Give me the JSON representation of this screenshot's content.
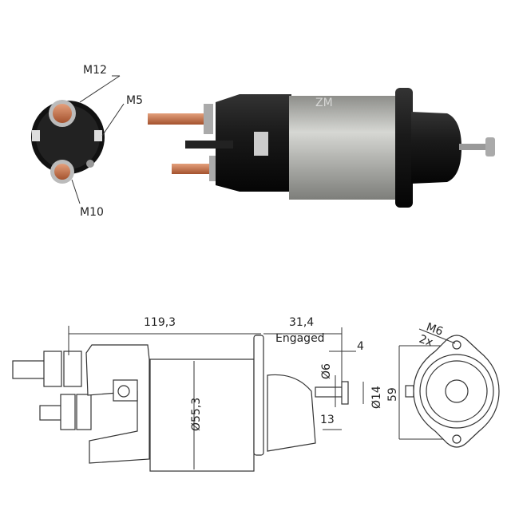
{
  "photo": {
    "labels": {
      "m12": "M12",
      "m5": "M5",
      "m10": "M10"
    },
    "watermark": "ZM",
    "colors": {
      "copper": "#c8744a",
      "housing": "#b9bab5",
      "cap": "#151515"
    }
  },
  "drawing": {
    "dimensions": {
      "length": "119,3",
      "stroke": "31,4",
      "stroke_note": "Engaged",
      "diameter_body": "Ø55,3",
      "diameter_pin": "Ø6",
      "plunger_head": "4",
      "diameter_head": "Ø14",
      "height_flange": "59",
      "pin_length": "13",
      "mount_thread": "M6",
      "mount_count": "2x"
    }
  }
}
